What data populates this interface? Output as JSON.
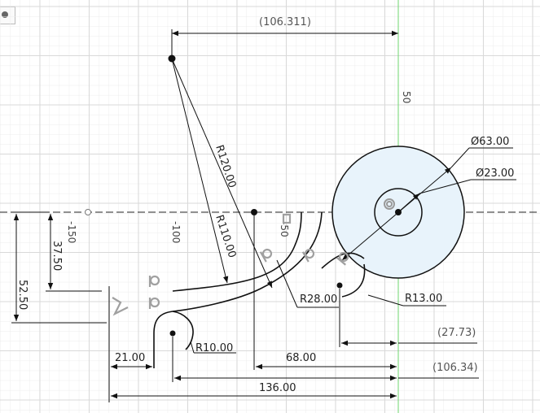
{
  "toolbar": {
    "icon": "palette-toggle-icon"
  },
  "dimensions": {
    "top_width": "(106.311)",
    "vert_50": "50",
    "r120": "R120.00",
    "r110": "R110.00",
    "dia63": "Ø63.00",
    "dia23": "Ø23.00",
    "r28": "R28.00",
    "r13": "R13.00",
    "r10": "R10.00",
    "d3750": "37.50",
    "d5250": "52.50",
    "d21": "21.00",
    "d68": "68.00",
    "d136": "136.00",
    "d2773": "(27.73)",
    "d10634": "(106.34)"
  },
  "axis_labels": {
    "m150": "-150",
    "m100": "-100",
    "m50": "-50"
  },
  "colors": {
    "grid": "#e6e6e6",
    "sketch": "#111111",
    "profile_fill": "#e8f3fb",
    "y_axis": "#6fd46f"
  }
}
